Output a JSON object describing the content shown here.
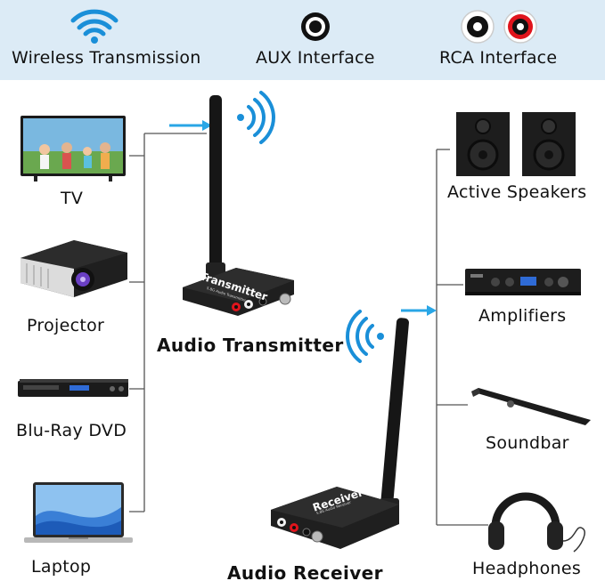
{
  "features": [
    {
      "icon": "wifi-icon",
      "label": "Wireless Transmission"
    },
    {
      "icon": "aux-port-icon",
      "label": "AUX Interface"
    },
    {
      "icon": "rca-port-icon",
      "label": "RCA Interface"
    }
  ],
  "sources": [
    {
      "icon": "tv-icon",
      "label": "TV"
    },
    {
      "icon": "projector-icon",
      "label": "Projector"
    },
    {
      "icon": "dvd-player-icon",
      "label": "Blu-Ray DVD"
    },
    {
      "icon": "laptop-icon",
      "label": "Laptop"
    }
  ],
  "outputs": [
    {
      "icon": "speakers-icon",
      "label": "Active Speakers"
    },
    {
      "icon": "amplifier-icon",
      "label": "Amplifiers"
    },
    {
      "icon": "soundbar-icon",
      "label": "Soundbar"
    },
    {
      "icon": "headphones-icon",
      "label": "Headphones"
    }
  ],
  "transmitter": {
    "label": "Audio Transmitter",
    "device_text": "Transmitter",
    "device_subtext": "5.8G Audio Transmitter"
  },
  "receiver": {
    "label": "Audio Receiver",
    "device_text": "Receiver",
    "device_subtext": "5.8G Audio Receiver"
  },
  "colors": {
    "band": "#dcebf6",
    "signal": "#1a8fd8",
    "arrow": "#29a6e6",
    "wire": "#555555",
    "rca_red": "#e0141c"
  }
}
